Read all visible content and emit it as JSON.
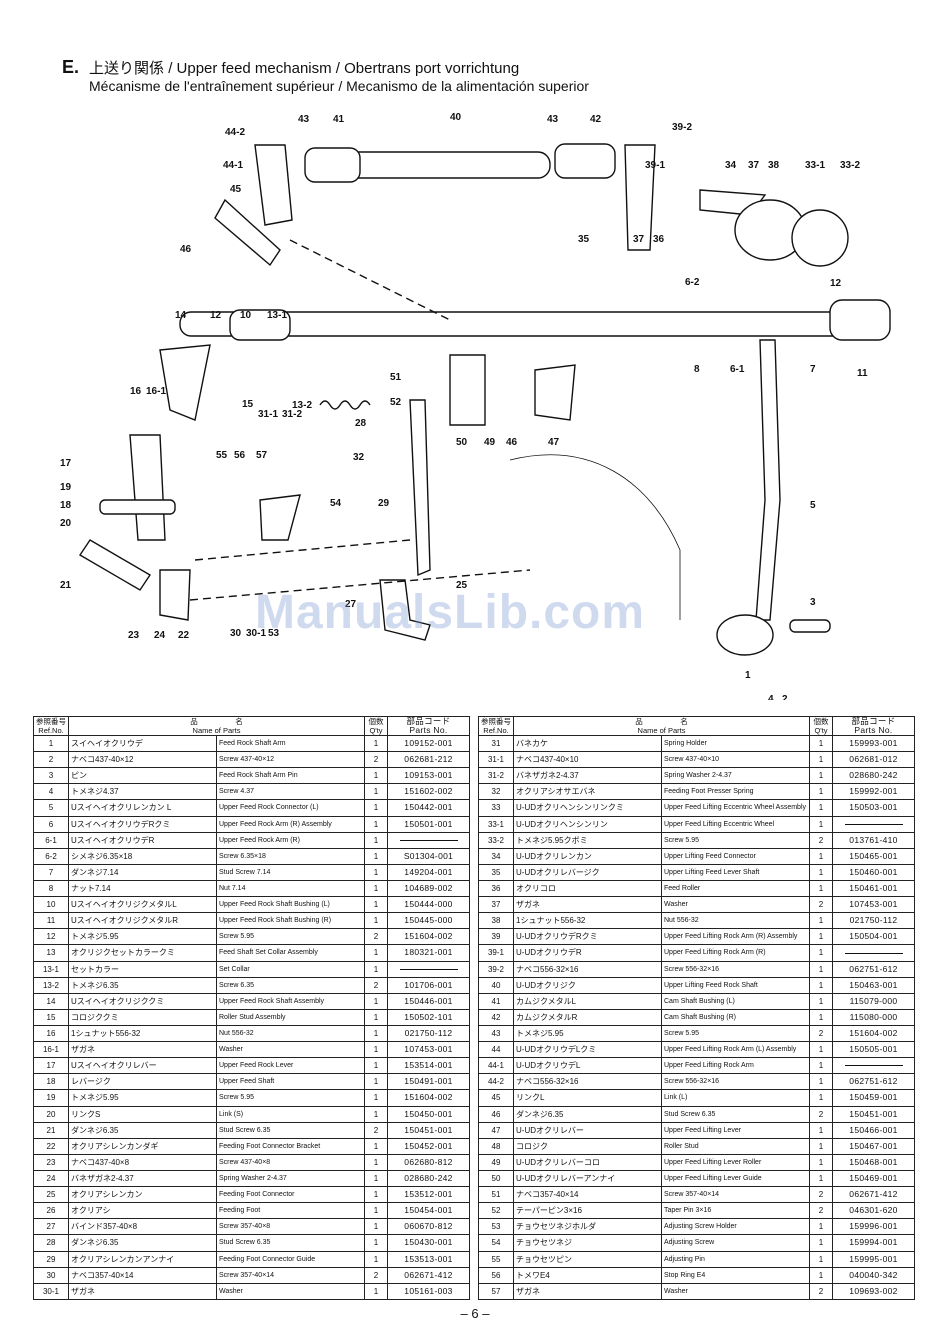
{
  "header": {
    "section": "E.",
    "title_jp": "上送り関係",
    "title_line1": "/ Upper feed mechanism / Obertrans port vorrichtung",
    "title_line2": "Mécanisme de l'entraînement supérieur / Mecanismo de la alimentación superior"
  },
  "watermark": "ManualsLib.com",
  "diagram_labels": [
    "44-2",
    "43",
    "41",
    "40",
    "43",
    "42",
    "39-2",
    "44-1",
    "39-1",
    "34",
    "37",
    "38",
    "33-1",
    "33-2",
    "45",
    "46",
    "35",
    "37",
    "36",
    "6-2",
    "12",
    "14",
    "12",
    "10",
    "13-1",
    "8",
    "6-1",
    "7",
    "11",
    "16",
    "16-1",
    "15",
    "13-2",
    "31-1",
    "31-2",
    "51",
    "52",
    "28",
    "50",
    "49",
    "46",
    "47",
    "17",
    "55",
    "56",
    "57",
    "32",
    "19",
    "18",
    "54",
    "29",
    "20",
    "5",
    "21",
    "25",
    "3",
    "27",
    "23",
    "24",
    "22",
    "30",
    "30-1",
    "53",
    "1",
    "4",
    "2"
  ],
  "table_headers": {
    "ref_jp": "参照番号",
    "ref_en": "Ref.No.",
    "name_jp": "品　　　　　名",
    "name_en": "Name of Parts",
    "qty_jp": "個数",
    "qty_en": "Q'ty",
    "no_jp": "部品コード",
    "no_en": "Parts No."
  },
  "left_rows": [
    {
      "ref": "1",
      "jp": "スイヘイオクリウデ",
      "en": "Feed Rock Shaft Arm",
      "qty": "1",
      "no": "109152-001"
    },
    {
      "ref": "2",
      "jp": "ナベコ437-40×12",
      "en": "Screw 437-40×12",
      "qty": "2",
      "no": "062681-212"
    },
    {
      "ref": "3",
      "jp": "ピン",
      "en": "Feed Rock Shaft Arm Pin",
      "qty": "1",
      "no": "109153-001"
    },
    {
      "ref": "4",
      "jp": "トメネジ4.37",
      "en": "Screw 4.37",
      "qty": "1",
      "no": "151602-002"
    },
    {
      "ref": "5",
      "jp": "Uスイヘイオクリレンカン L",
      "en": "Upper Feed Rock Connector (L)",
      "qty": "1",
      "no": "150442-001"
    },
    {
      "ref": "6",
      "jp": "UスイヘイオクリウデRクミ",
      "en": "Upper Feed Rock Arm (R) Assembly",
      "qty": "1",
      "no": "150501-001"
    },
    {
      "ref": "6-1",
      "jp": "UスイヘイオクリウデR",
      "en": "Upper Feed Rock Arm (R)",
      "qty": "1",
      "no": ""
    },
    {
      "ref": "6-2",
      "jp": "シメネジ6.35×18",
      "en": "Screw 6.35×18",
      "qty": "1",
      "no": "S01304-001"
    },
    {
      "ref": "7",
      "jp": "ダンネジ7.14",
      "en": "Stud Screw 7.14",
      "qty": "1",
      "no": "149204-001"
    },
    {
      "ref": "8",
      "jp": "ナット7.14",
      "en": "Nut 7.14",
      "qty": "1",
      "no": "104689-002"
    },
    {
      "ref": "10",
      "jp": "UスイヘイオクリジクメタルL",
      "en": "Upper Feed Rock Shaft Bushing (L)",
      "qty": "1",
      "no": "150444-000"
    },
    {
      "ref": "11",
      "jp": "UスイヘイオクリジクメタルR",
      "en": "Upper Feed Rock Shaft Bushing (R)",
      "qty": "1",
      "no": "150445-000"
    },
    {
      "ref": "12",
      "jp": "トメネジ5.95",
      "en": "Screw 5.95",
      "qty": "2",
      "no": "151604-002"
    },
    {
      "ref": "13",
      "jp": "オクリジクセットカラークミ",
      "en": "Feed Shaft Set Collar Assembly",
      "qty": "1",
      "no": "180321-001"
    },
    {
      "ref": "13-1",
      "jp": "セットカラー",
      "en": "Set Collar",
      "qty": "1",
      "no": ""
    },
    {
      "ref": "13-2",
      "jp": "トメネジ6.35",
      "en": "Screw 6.35",
      "qty": "2",
      "no": "101706-001"
    },
    {
      "ref": "14",
      "jp": "Uスイヘイオクリジククミ",
      "en": "Upper Feed Rock Shaft Assembly",
      "qty": "1",
      "no": "150446-001"
    },
    {
      "ref": "15",
      "jp": "コロジククミ",
      "en": "Roller Stud Assembly",
      "qty": "1",
      "no": "150502-101"
    },
    {
      "ref": "16",
      "jp": "1シュナット556-32",
      "en": "Nut 556-32",
      "qty": "1",
      "no": "021750-112"
    },
    {
      "ref": "16-1",
      "jp": "ザガネ",
      "en": "Washer",
      "qty": "1",
      "no": "107453-001"
    },
    {
      "ref": "17",
      "jp": "Uスイヘイオクリレバー",
      "en": "Upper Feed Rock Lever",
      "qty": "1",
      "no": "153514-001"
    },
    {
      "ref": "18",
      "jp": "レバージク",
      "en": "Upper Feed Shaft",
      "qty": "1",
      "no": "150491-001"
    },
    {
      "ref": "19",
      "jp": "トメネジ5.95",
      "en": "Screw 5.95",
      "qty": "1",
      "no": "151604-002"
    },
    {
      "ref": "20",
      "jp": "リンクS",
      "en": "Link (S)",
      "qty": "1",
      "no": "150450-001"
    },
    {
      "ref": "21",
      "jp": "ダンネジ6.35",
      "en": "Stud Screw 6.35",
      "qty": "2",
      "no": "150451-001"
    },
    {
      "ref": "22",
      "jp": "オクリアシレンカンダギ",
      "en": "Feeding Foot Connector Bracket",
      "qty": "1",
      "no": "150452-001"
    },
    {
      "ref": "23",
      "jp": "ナベコ437-40×8",
      "en": "Screw 437-40×8",
      "qty": "1",
      "no": "062680-812"
    },
    {
      "ref": "24",
      "jp": "バネザガネ2-4.37",
      "en": "Spring Washer 2-4.37",
      "qty": "1",
      "no": "028680-242"
    },
    {
      "ref": "25",
      "jp": "オクリアシレンカン",
      "en": "Feeding Foot Connector",
      "qty": "1",
      "no": "153512-001"
    },
    {
      "ref": "26",
      "jp": "オクリアシ",
      "en": "Feeding Foot",
      "qty": "1",
      "no": "150454-001"
    },
    {
      "ref": "27",
      "jp": "バインド357-40×8",
      "en": "Screw 357-40×8",
      "qty": "1",
      "no": "060670-812"
    },
    {
      "ref": "28",
      "jp": "ダンネジ6.35",
      "en": "Stud Screw 6.35",
      "qty": "1",
      "no": "150430-001"
    },
    {
      "ref": "29",
      "jp": "オクリアシレンカンアンナイ",
      "en": "Feeding Foot Connector Guide",
      "qty": "1",
      "no": "153513-001"
    },
    {
      "ref": "30",
      "jp": "ナベコ357-40×14",
      "en": "Screw 357-40×14",
      "qty": "2",
      "no": "062671-412"
    },
    {
      "ref": "30-1",
      "jp": "ザガネ",
      "en": "Washer",
      "qty": "1",
      "no": "105161-003"
    }
  ],
  "right_rows": [
    {
      "ref": "31",
      "jp": "バネカケ",
      "en": "Spring Holder",
      "qty": "1",
      "no": "159993-001"
    },
    {
      "ref": "31-1",
      "jp": "ナベコ437-40×10",
      "en": "Screw 437-40×10",
      "qty": "1",
      "no": "062681-012"
    },
    {
      "ref": "31-2",
      "jp": "バネザガネ2-4.37",
      "en": "Spring Washer 2-4.37",
      "qty": "1",
      "no": "028680-242"
    },
    {
      "ref": "32",
      "jp": "オクリアシオサエバネ",
      "en": "Feeding Foot Presser Spring",
      "qty": "1",
      "no": "159992-001"
    },
    {
      "ref": "33",
      "jp": "U-UDオクリヘンシンリンクミ",
      "en": "Upper Feed Lifting Eccentric Wheel Assembly",
      "qty": "1",
      "no": "150503-001"
    },
    {
      "ref": "33-1",
      "jp": "U-UDオクリヘンシンリン",
      "en": "Upper Feed Lifting Eccentric Wheel",
      "qty": "1",
      "no": ""
    },
    {
      "ref": "33-2",
      "jp": "トメネジ5.95クボミ",
      "en": "Screw 5.95",
      "qty": "2",
      "no": "013761-410"
    },
    {
      "ref": "34",
      "jp": "U-UDオクリレンカン",
      "en": "Upper Lifting Feed Connector",
      "qty": "1",
      "no": "150465-001"
    },
    {
      "ref": "35",
      "jp": "U-UDオクリレバージク",
      "en": "Upper Lifting Feed Lever Shaft",
      "qty": "1",
      "no": "150460-001"
    },
    {
      "ref": "36",
      "jp": "オクリコロ",
      "en": "Feed Roller",
      "qty": "1",
      "no": "150461-001"
    },
    {
      "ref": "37",
      "jp": "ザガネ",
      "en": "Washer",
      "qty": "2",
      "no": "107453-001"
    },
    {
      "ref": "38",
      "jp": "1シュナット556-32",
      "en": "Nut 556-32",
      "qty": "1",
      "no": "021750-112"
    },
    {
      "ref": "39",
      "jp": "U-UDオクリウデRクミ",
      "en": "Upper Feed Lifting Rock Arm (R) Assembly",
      "qty": "1",
      "no": "150504-001"
    },
    {
      "ref": "39-1",
      "jp": "U-UDオクリウデR",
      "en": "Upper Feed Lifting Rock Arm (R)",
      "qty": "1",
      "no": ""
    },
    {
      "ref": "39-2",
      "jp": "ナベコ556-32×16",
      "en": "Screw 556-32×16",
      "qty": "1",
      "no": "062751-612"
    },
    {
      "ref": "40",
      "jp": "U-UDオクリジク",
      "en": "Upper Lifting Feed Rock Shaft",
      "qty": "1",
      "no": "150463-001"
    },
    {
      "ref": "41",
      "jp": "カムジクメタルL",
      "en": "Cam Shaft Bushing (L)",
      "qty": "1",
      "no": "115079-000"
    },
    {
      "ref": "42",
      "jp": "カムジクメタルR",
      "en": "Cam Shaft Bushing (R)",
      "qty": "1",
      "no": "115080-000"
    },
    {
      "ref": "43",
      "jp": "トメネジ5.95",
      "en": "Screw 5.95",
      "qty": "2",
      "no": "151604-002"
    },
    {
      "ref": "44",
      "jp": "U-UDオクリウデLクミ",
      "en": "Upper Feed Lifting Rock Arm (L) Assembly",
      "qty": "1",
      "no": "150505-001"
    },
    {
      "ref": "44-1",
      "jp": "U-UDオクリウデL",
      "en": "Upper Feed Lifting Rock Arm",
      "qty": "1",
      "no": ""
    },
    {
      "ref": "44-2",
      "jp": "ナベコ556-32×16",
      "en": "Screw 556-32×16",
      "qty": "1",
      "no": "062751-612"
    },
    {
      "ref": "45",
      "jp": "リンクL",
      "en": "Link (L)",
      "qty": "1",
      "no": "150459-001"
    },
    {
      "ref": "46",
      "jp": "ダンネジ6.35",
      "en": "Stud Screw 6.35",
      "qty": "2",
      "no": "150451-001"
    },
    {
      "ref": "47",
      "jp": "U-UDオクリレバー",
      "en": "Upper Feed Lifting Lever",
      "qty": "1",
      "no": "150466-001"
    },
    {
      "ref": "48",
      "jp": "コロジク",
      "en": "Roller Stud",
      "qty": "1",
      "no": "150467-001"
    },
    {
      "ref": "49",
      "jp": "U-UDオクリレバーコロ",
      "en": "Upper Feed Lifting Lever Roller",
      "qty": "1",
      "no": "150468-001"
    },
    {
      "ref": "50",
      "jp": "U-UDオクリレバーアンナイ",
      "en": "Upper Feed Lifting Lever Guide",
      "qty": "1",
      "no": "150469-001"
    },
    {
      "ref": "51",
      "jp": "ナベコ357-40×14",
      "en": "Screw 357-40×14",
      "qty": "2",
      "no": "062671-412"
    },
    {
      "ref": "52",
      "jp": "テーパーピン3×16",
      "en": "Taper Pin 3×16",
      "qty": "2",
      "no": "046301-620"
    },
    {
      "ref": "53",
      "jp": "チョウセツネジホルダ",
      "en": "Adjusting Screw Holder",
      "qty": "1",
      "no": "159996-001"
    },
    {
      "ref": "54",
      "jp": "チョウセツネジ",
      "en": "Adjusting Screw",
      "qty": "1",
      "no": "159994-001"
    },
    {
      "ref": "55",
      "jp": "チョウセツピン",
      "en": "Adjusting Pin",
      "qty": "1",
      "no": "159995-001"
    },
    {
      "ref": "56",
      "jp": "トメワE4",
      "en": "Stop Ring E4",
      "qty": "1",
      "no": "040040-342"
    },
    {
      "ref": "57",
      "jp": "ザガネ",
      "en": "Washer",
      "qty": "2",
      "no": "109693-002"
    }
  ],
  "footer": {
    "page": "– 6 –"
  }
}
